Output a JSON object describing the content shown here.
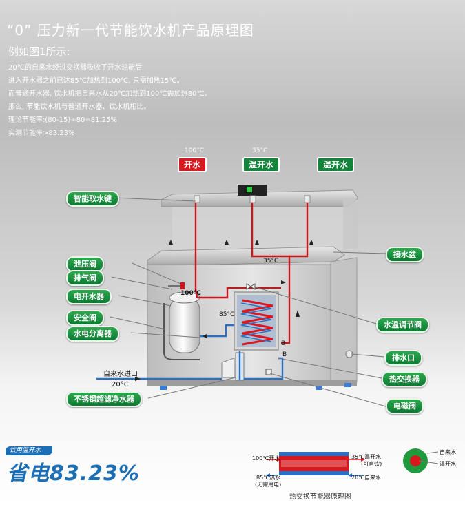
{
  "header": {
    "title": "“0” 压力新一代节能饮水机产品原理图",
    "subtitle": "例如图1所示:",
    "intro_lines": [
      "20℃的自来水经过交换器吸收了开水热能后,",
      "进入开水器之前已达85℃加热到100℃, 只需加热15℃。",
      "而普通开水器, 饮水机把自来水从20℃加热到100℃需加热80℃。",
      "那么, 节能饮水机与普通开水器、饮水机相比。",
      "理论节能率:(80-15)÷80=81.25%",
      "实测节能率>83.23%"
    ]
  },
  "outlets": {
    "hot_temp": "100°C",
    "hot_label": "开水",
    "warm_temp": "35°C",
    "warm_label_1": "温开水",
    "warm_label_2": "温开水"
  },
  "diagram_labels": {
    "temp_35": "35°C",
    "temp_100": "100°C",
    "temp_85": "85°C",
    "point_b1": "B",
    "point_b2": "B",
    "inlet": "自来水进口",
    "inlet_temp": "20°C"
  },
  "callouts_left": [
    "智能取水键",
    "泄压阀",
    "排气阀",
    "电开水器",
    "安全阀",
    "水电分离器",
    "不锈钢超滤净水器"
  ],
  "callouts_right": [
    "接水盆",
    "水温调节阀",
    "排水口",
    "热交换器",
    "电磁阀"
  ],
  "banner": {
    "small": "饮用温开水",
    "main": "省电83.23%"
  },
  "exchanger": {
    "left_top": "100℃开水",
    "right_top": "35℃温开水",
    "right_top_sub": "(可直饮)",
    "left_bottom": "85℃热水",
    "left_bottom_sub": "(无需用电)",
    "right_bottom": "20℃自来水",
    "caption": "热交换节能器原理图",
    "legend_outer": "自来水",
    "legend_inner": "温开水"
  },
  "colors": {
    "hot_pipe": "#c8161d",
    "cold_pipe": "#2a6fc4",
    "tag_green": "#13853a",
    "banner_blue": "#1d6fb5"
  }
}
